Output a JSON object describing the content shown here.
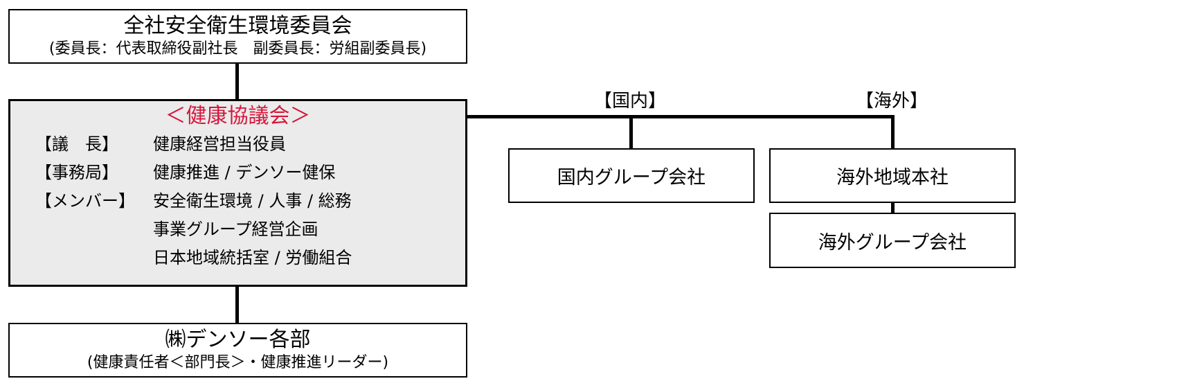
{
  "committee": {
    "title": "全社安全衛生環境委員会",
    "subtitle": "(委員長：代表取締役副社長　副委員長：労組副委員長)"
  },
  "council": {
    "title": "＜健康協議会＞",
    "rows": [
      {
        "label": "【議　長】",
        "value": "健康経営担当役員"
      },
      {
        "label": "【事務局】",
        "value": "健康推進 / デンソー健保"
      },
      {
        "label": "【メンバー】",
        "value": "安全衛生環境 / 人事 / 総務"
      },
      {
        "label": "",
        "value": "事業グループ経営企画"
      },
      {
        "label": "",
        "value": "日本地域統括室 / 労働組合"
      }
    ]
  },
  "departments": {
    "title": "㈱デンソー各部",
    "subtitle": "(健康責任者＜部門長＞・健康推進リーダー)"
  },
  "domestic": {
    "label": "【国内】",
    "box": "国内グループ会社"
  },
  "overseas": {
    "label": "【海外】",
    "box_hq": "海外地域本社",
    "box_group": "海外グループ会社"
  },
  "colors": {
    "council_title": "#d5173c",
    "council_fill": "#ebebeb",
    "line": "#000000"
  }
}
